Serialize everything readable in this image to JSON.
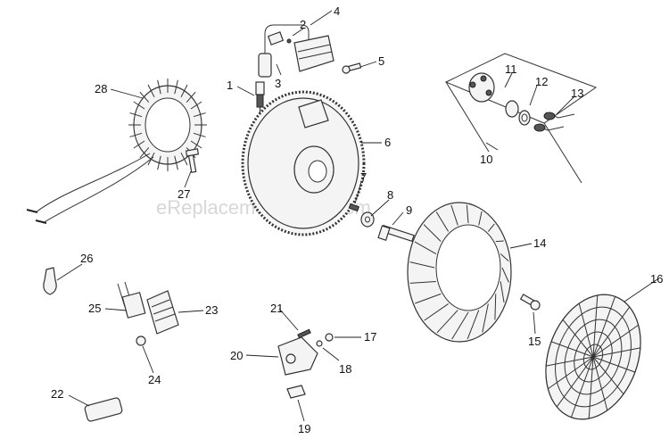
{
  "watermark": "eReplacementParts.com",
  "callouts": [
    {
      "id": "c1",
      "label": "1"
    },
    {
      "id": "c2",
      "label": "2"
    },
    {
      "id": "c3",
      "label": "3"
    },
    {
      "id": "c4",
      "label": "4"
    },
    {
      "id": "c5",
      "label": "5"
    },
    {
      "id": "c6",
      "label": "6"
    },
    {
      "id": "c7",
      "label": "7"
    },
    {
      "id": "c8",
      "label": "8"
    },
    {
      "id": "c9",
      "label": "9"
    },
    {
      "id": "c10",
      "label": "10"
    },
    {
      "id": "c11",
      "label": "11"
    },
    {
      "id": "c12",
      "label": "12"
    },
    {
      "id": "c13",
      "label": "13"
    },
    {
      "id": "c14",
      "label": "14"
    },
    {
      "id": "c15",
      "label": "15"
    },
    {
      "id": "c16",
      "label": "16"
    },
    {
      "id": "c17",
      "label": "17"
    },
    {
      "id": "c18",
      "label": "18"
    },
    {
      "id": "c19",
      "label": "19"
    },
    {
      "id": "c20",
      "label": "20"
    },
    {
      "id": "c21",
      "label": "21"
    },
    {
      "id": "c22",
      "label": "22"
    },
    {
      "id": "c23",
      "label": "23"
    },
    {
      "id": "c24",
      "label": "24"
    },
    {
      "id": "c25",
      "label": "25"
    },
    {
      "id": "c26",
      "label": "26"
    },
    {
      "id": "c27",
      "label": "27"
    },
    {
      "id": "c28",
      "label": "28"
    }
  ]
}
